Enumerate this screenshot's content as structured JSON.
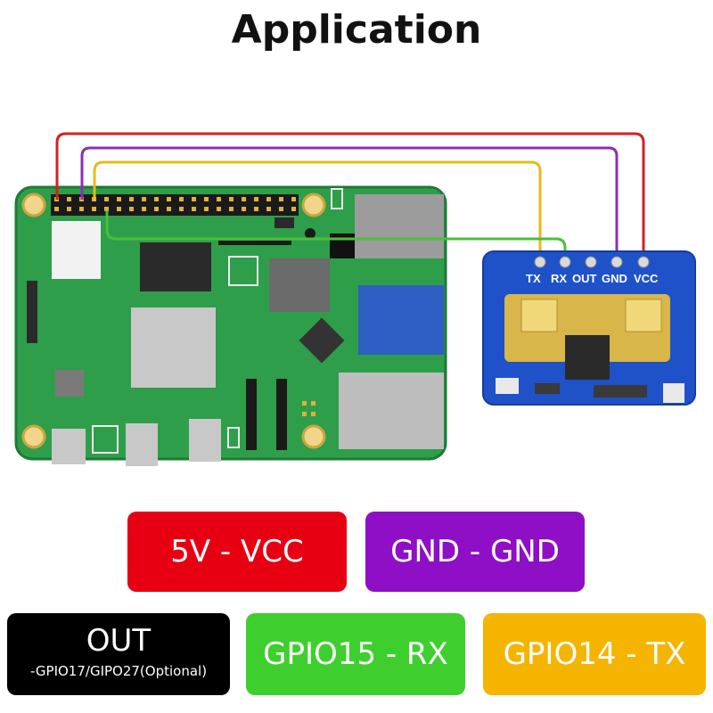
{
  "title": "Application",
  "sensor_pins": [
    "TX",
    "RX",
    "OUT",
    "GND",
    "VCC"
  ],
  "wire_colors": {
    "vcc": "#d42020",
    "gnd": "#8b2fb8",
    "tx": "#e8b91c",
    "rx": "#4cbf3a"
  },
  "board_colors": {
    "pi_pcb": "#2e9e4a",
    "sensor_pcb": "#1f52c9"
  },
  "connections": [
    {
      "label": "5V - VCC",
      "color": "#e60012"
    },
    {
      "label": "GND - GND",
      "color": "#8e0fc6"
    },
    {
      "label": "OUT",
      "sublabel": "-GPIO17/GIPO27(Optional)",
      "color": "#000000"
    },
    {
      "label": "GPIO15 - RX",
      "color": "#3ecf2e"
    },
    {
      "label": "GPIO14 - TX",
      "color": "#f5b400"
    }
  ]
}
